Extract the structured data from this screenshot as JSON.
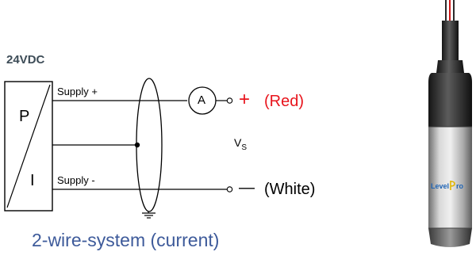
{
  "diagram": {
    "heading": "24VDC",
    "box_top_label": "P",
    "box_bottom_label": "I",
    "supply_plus_label": "Supply  +",
    "supply_minus_label": "Supply  -",
    "ammeter_symbol": "A",
    "plus_sign": "+",
    "red_label": "(Red)",
    "voltage_main": "V",
    "voltage_sub": "S",
    "minus_sign": "—",
    "white_label": "(White)",
    "caption": "2-wire-system (current)"
  },
  "sensor": {
    "brand_left": "Level",
    "brand_right": "ro"
  },
  "colors": {
    "line": "#000000",
    "heading": "#3d4c57",
    "red_text": "#e8141c",
    "caption": "#3d5a9a",
    "sensor_dark": "#2b2b2b",
    "sensor_steel": "#b9b9b9",
    "brand_blue": "#1f64b4",
    "brand_yellow": "#e0b400"
  }
}
